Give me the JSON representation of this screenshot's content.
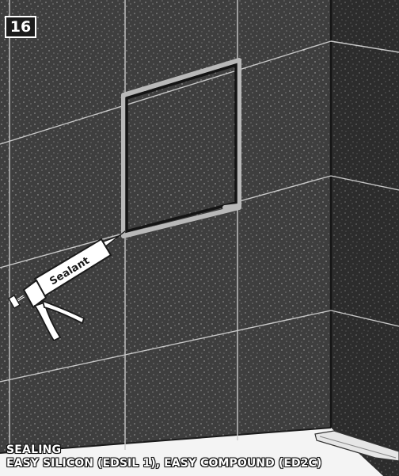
{
  "step": {
    "number": "16"
  },
  "sealant_gun": {
    "label": "Sealant"
  },
  "caption": {
    "title": "SEALING",
    "products": "EASY SILICON (EDSIL 1), EASY COMPOUND (ED2C)"
  },
  "colors": {
    "wall": "#3e3e3e",
    "side_wall": "#2c2c2c",
    "grout": "#c8c8c8",
    "frame_dark": "#141414",
    "frame_light": "#b9b9b9"
  }
}
